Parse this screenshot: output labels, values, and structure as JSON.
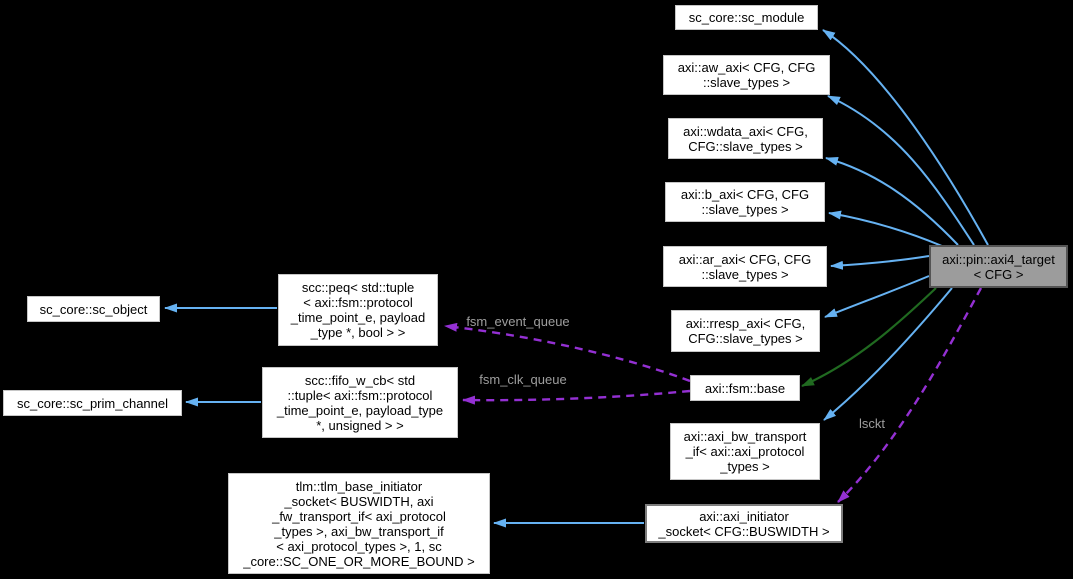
{
  "diagram": {
    "kind": "class-collaboration-graph",
    "nodes": {
      "sc_module": {
        "label": "sc_core::sc_module"
      },
      "aw_axi": {
        "label": "axi::aw_axi< CFG, CFG\n::slave_types >"
      },
      "wdata_axi": {
        "label": "axi::wdata_axi< CFG,\nCFG::slave_types >"
      },
      "b_axi": {
        "label": "axi::b_axi< CFG, CFG\n::slave_types >"
      },
      "ar_axi": {
        "label": "axi::ar_axi< CFG, CFG\n::slave_types >"
      },
      "rresp_axi": {
        "label": "axi::rresp_axi< CFG,\nCFG::slave_types >"
      },
      "axi4_target": {
        "label": "axi::pin::axi4_target\n< CFG >",
        "highlighted": true
      },
      "sc_object": {
        "label": "sc_core::sc_object"
      },
      "peq": {
        "label": "scc::peq< std::tuple\n< axi::fsm::protocol\n_time_point_e, payload\n_type *, bool > >"
      },
      "sc_prim_channel": {
        "label": "sc_core::sc_prim_channel"
      },
      "fifo_w_cb": {
        "label": "scc::fifo_w_cb< std\n::tuple< axi::fsm::protocol\n_time_point_e, payload_type\n*, unsigned > >"
      },
      "fsm_base": {
        "label": "axi::fsm::base"
      },
      "bw_transport_if": {
        "label": "axi::axi_bw_transport\n_if< axi::axi_protocol\n_types >"
      },
      "tlm_base_initiator_socket": {
        "label": "tlm::tlm_base_initiator\n_socket< BUSWIDTH, axi\n_fw_transport_if< axi_protocol\n_types >, axi_bw_transport_if\n< axi_protocol_types >, 1, sc\n_core::SC_ONE_OR_MORE_BOUND >"
      },
      "axi_initiator_socket": {
        "label": "axi::axi_initiator\n_socket< CFG::BUSWIDTH >"
      }
    },
    "edge_labels": {
      "fsm_event_queue": "fsm_event_queue",
      "fsm_clk_queue": "fsm_clk_queue",
      "lsckt": "lsckt"
    },
    "edges": [
      {
        "from": "axi4_target",
        "to": "sc_module",
        "type": "inheritance"
      },
      {
        "from": "axi4_target",
        "to": "aw_axi",
        "type": "inheritance"
      },
      {
        "from": "axi4_target",
        "to": "wdata_axi",
        "type": "inheritance"
      },
      {
        "from": "axi4_target",
        "to": "b_axi",
        "type": "inheritance"
      },
      {
        "from": "axi4_target",
        "to": "ar_axi",
        "type": "inheritance"
      },
      {
        "from": "axi4_target",
        "to": "rresp_axi",
        "type": "inheritance"
      },
      {
        "from": "axi4_target",
        "to": "fsm_base",
        "type": "protected-inheritance"
      },
      {
        "from": "axi4_target",
        "to": "bw_transport_if",
        "type": "inheritance"
      },
      {
        "from": "axi4_target",
        "to": "axi_initiator_socket",
        "type": "usage",
        "label": "lsckt"
      },
      {
        "from": "peq",
        "to": "sc_object",
        "type": "inheritance"
      },
      {
        "from": "fifo_w_cb",
        "to": "sc_prim_channel",
        "type": "inheritance"
      },
      {
        "from": "axi_initiator_socket",
        "to": "tlm_base_initiator_socket",
        "type": "inheritance"
      },
      {
        "from": "fsm_base",
        "to": "peq",
        "type": "usage",
        "label": "fsm_event_queue"
      },
      {
        "from": "fsm_base",
        "to": "fifo_w_cb",
        "type": "usage",
        "label": "fsm_clk_queue"
      }
    ],
    "colors": {
      "background": "#000000",
      "node_fill": "#ffffff",
      "node_border": "#c6c6c6",
      "node_text": "#000000",
      "highlight_fill": "#9c9c9c",
      "highlight_border": "#545454",
      "emphasis_border": "#7d7d7d",
      "inheritance_edge": "#66b2f2",
      "protected_inheritance_edge": "#206a20",
      "usage_edge": "#9430d3",
      "edge_label": "#9e9e9e"
    }
  }
}
